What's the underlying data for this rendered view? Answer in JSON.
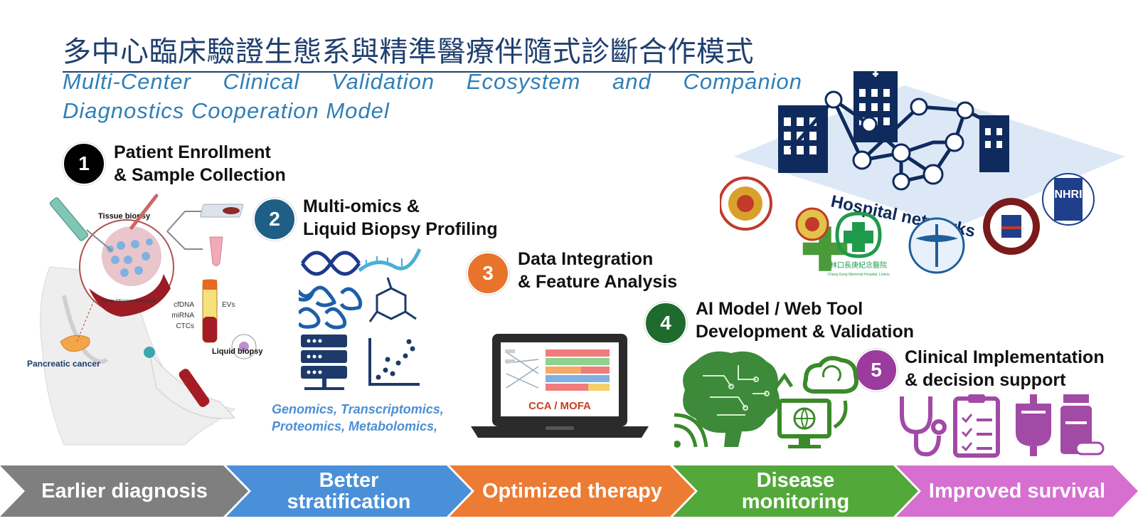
{
  "title": {
    "zh": "多中心臨床驗證生態系與精準醫療伴隨式診斷合作模式",
    "en": "Multi-Center Clinical Validation Ecosystem and Companion Diagnostics Cooperation Model"
  },
  "steps": [
    {
      "num": "1",
      "line1": "Patient Enrollment",
      "line2": "& Sample Collection",
      "color": "#000000"
    },
    {
      "num": "2",
      "line1": "Multi-omics &",
      "line2": "Liquid Biopsy Profiling",
      "color": "#1f5f86"
    },
    {
      "num": "3",
      "line1": "Data Integration",
      "line2": "& Feature Analysis",
      "color": "#e8742c"
    },
    {
      "num": "4",
      "line1": "AI Model / Web Tool",
      "line2": "Development & Validation",
      "color": "#1e6b2d"
    },
    {
      "num": "5",
      "line1": "Clinical Implementation",
      "line2": "& decision support",
      "color": "#9b3b9e"
    }
  ],
  "biopsy": {
    "tissue": "Tissue biopsy",
    "liquid": "Liquid biopsy",
    "cancer": "Pancreatic cancer",
    "tumor": "Tumor Microenvironment",
    "cfdna": "cfDNA",
    "mirna": "miRNA",
    "ctcs": "CTCs",
    "evs": "EVs"
  },
  "omics": {
    "line1": "Genomics, Transcriptomics,",
    "line2": "Proteomics, Metabolomics,"
  },
  "laptop_label": "CCA / MOFA",
  "hospital_label": "Hospital networks",
  "hospital_caption": "林口長庚紀念醫院",
  "hospital_caption_en": "Chang Gung Memorial Hospital, Linkou",
  "nhri_logo": "NHRI",
  "outcomes": [
    {
      "line1": "Earlier diagnosis",
      "line2": "",
      "color": "#7f7f7f"
    },
    {
      "line1": "Better",
      "line2": "stratification",
      "color": "#4a90d9"
    },
    {
      "line1": "Optimized therapy",
      "line2": "",
      "color": "#ec7b33"
    },
    {
      "line1": "Disease",
      "line2": "monitoring",
      "color": "#53a83a"
    },
    {
      "line1": "Improved survival",
      "line2": "",
      "color": "#d66fd0"
    }
  ],
  "colors": {
    "navy": "#0f2a5c",
    "green": "#3a8a2a",
    "purple": "#a14aa6",
    "teal": "#1f5f86"
  }
}
